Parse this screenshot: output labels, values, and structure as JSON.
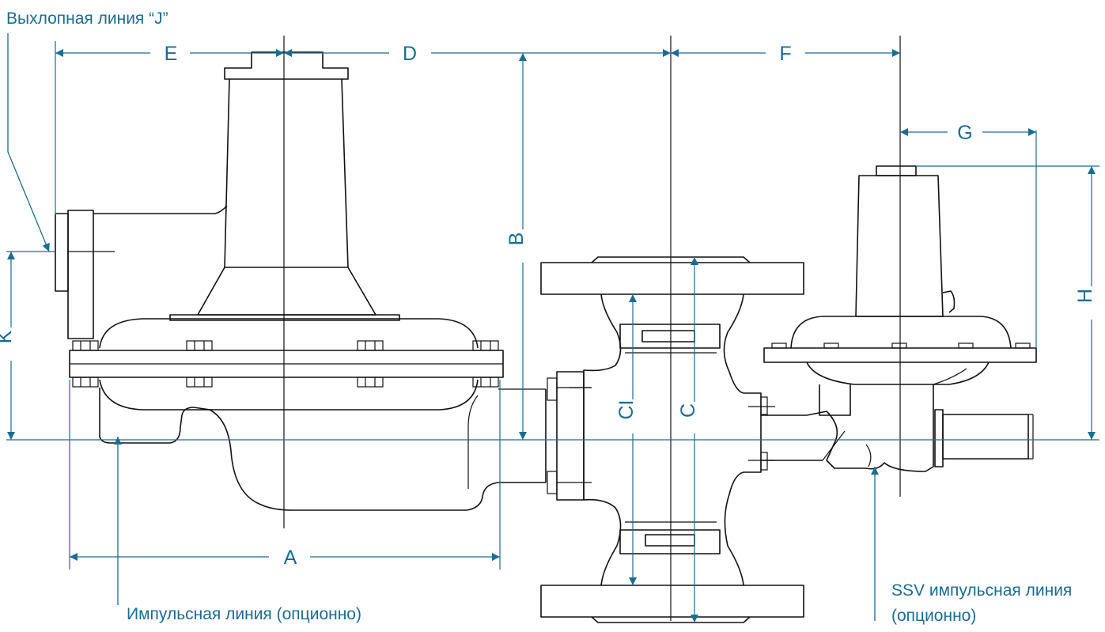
{
  "notes": {
    "exhaust_line": "Выхлопная линия “J”",
    "impulse_line": "Импульсная линия (опционно)",
    "ssv_impulse_line_1": "SSV импульсная линия",
    "ssv_impulse_line_2": "(опционно)"
  },
  "dimensions": {
    "A": "A",
    "B": "B",
    "C": "C",
    "CI": "CI",
    "D": "D",
    "E": "E",
    "F": "F",
    "G": "G",
    "H": "H",
    "K": "K"
  },
  "colors": {
    "dimension": "#1b6c93",
    "outline": "#111111"
  }
}
